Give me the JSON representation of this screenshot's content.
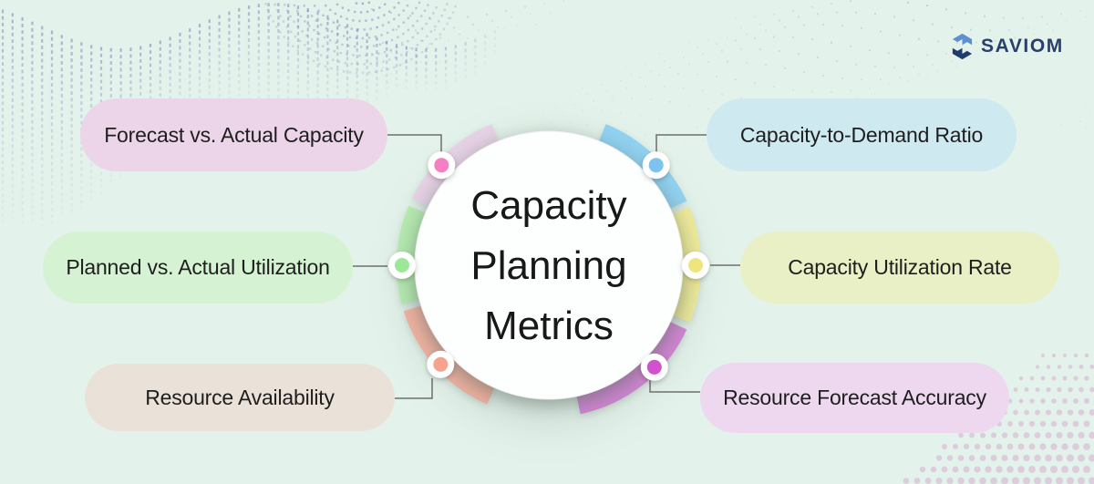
{
  "brand": {
    "name": "SAVIOM",
    "icon": "saviom-s-hexagon-icon",
    "icon_light": "#5d8fd1",
    "icon_dark": "#1f3c6d",
    "text_color": "#28406b"
  },
  "center": {
    "title": "Capacity Planning Metrics",
    "title_lines": [
      "Capacity",
      "Planning",
      "Metrics"
    ]
  },
  "metrics": [
    {
      "label": "Forecast vs. Actual Capacity",
      "position": "top-left",
      "pill_bg": "#ecd5e8",
      "arc_color": "#e8d3e7",
      "dot_color": "#f67fc4"
    },
    {
      "label": "Planned vs. Actual Utilization",
      "position": "middle-left",
      "pill_bg": "#d5f3d3",
      "arc_color": "#b7edb2",
      "dot_color": "#9ce798"
    },
    {
      "label": "Resource Availability",
      "position": "bottom-left",
      "pill_bg": "#eae2d8",
      "arc_color": "#f7b5a4",
      "dot_color": "#f5a28e"
    },
    {
      "label": "Capacity-to-Demand Ratio",
      "position": "top-right",
      "pill_bg": "#cfe9f0",
      "arc_color": "#92d3f3",
      "dot_color": "#7cc4ef"
    },
    {
      "label": "Capacity Utilization Rate",
      "position": "middle-right",
      "pill_bg": "#e9f0c6",
      "arc_color": "#f0ec9b",
      "dot_color": "#efe57d"
    },
    {
      "label": "Resource Forecast Accuracy",
      "position": "bottom-right",
      "pill_bg": "#eed8f0",
      "arc_color": "#d687d8",
      "dot_color": "#d052cc"
    }
  ],
  "colors": {
    "background": "#e3f2ea",
    "connector": "#6e6e6e",
    "deco_dots": "#7d7dbd",
    "deco_halftone": "#d4a0cc"
  }
}
